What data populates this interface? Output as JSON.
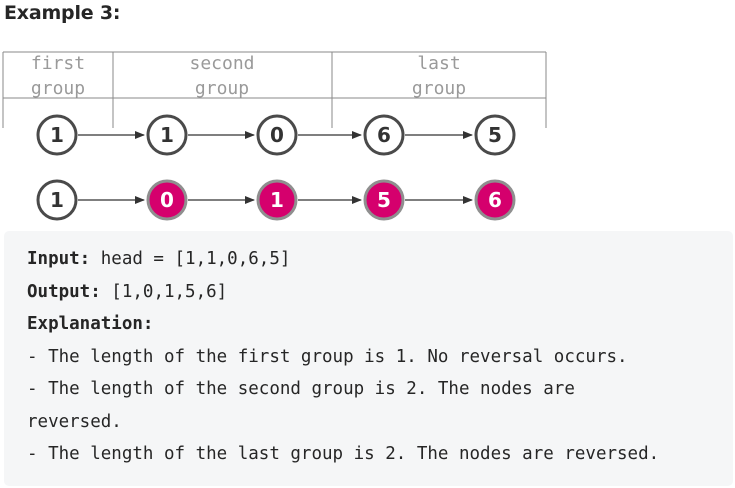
{
  "heading": "Example 3:",
  "diagram": {
    "groups": [
      {
        "line1": "first",
        "line2": "group"
      },
      {
        "line1": "second",
        "line2": "group"
      },
      {
        "line1": "last",
        "line2": "group"
      }
    ],
    "input_list": [
      "1",
      "1",
      "0",
      "6",
      "5"
    ],
    "output_list": [
      {
        "value": "1",
        "reversed": false
      },
      {
        "value": "0",
        "reversed": true
      },
      {
        "value": "1",
        "reversed": true
      },
      {
        "value": "5",
        "reversed": true
      },
      {
        "value": "6",
        "reversed": true
      }
    ],
    "colors": {
      "plain_fill": "#ffffff",
      "plain_stroke": "#4a4a4a",
      "reversed_fill": "#d5006d",
      "reversed_stroke": "#8f8f8f",
      "arrow": "#333333",
      "box_border": "#8a8a8a"
    }
  },
  "code": {
    "input_label": "Input:",
    "input_value": " head = [1,1,0,6,5]",
    "output_label": "Output:",
    "output_value": " [1,0,1,5,6]",
    "explanation_label": "Explanation:",
    "line1": "- The length of the first group is 1. No reversal occurs.",
    "line2": "- The length of the second group is 2. The nodes are",
    "line3": "reversed.",
    "line4": "- The length of the last group is 2. The nodes are reversed."
  }
}
